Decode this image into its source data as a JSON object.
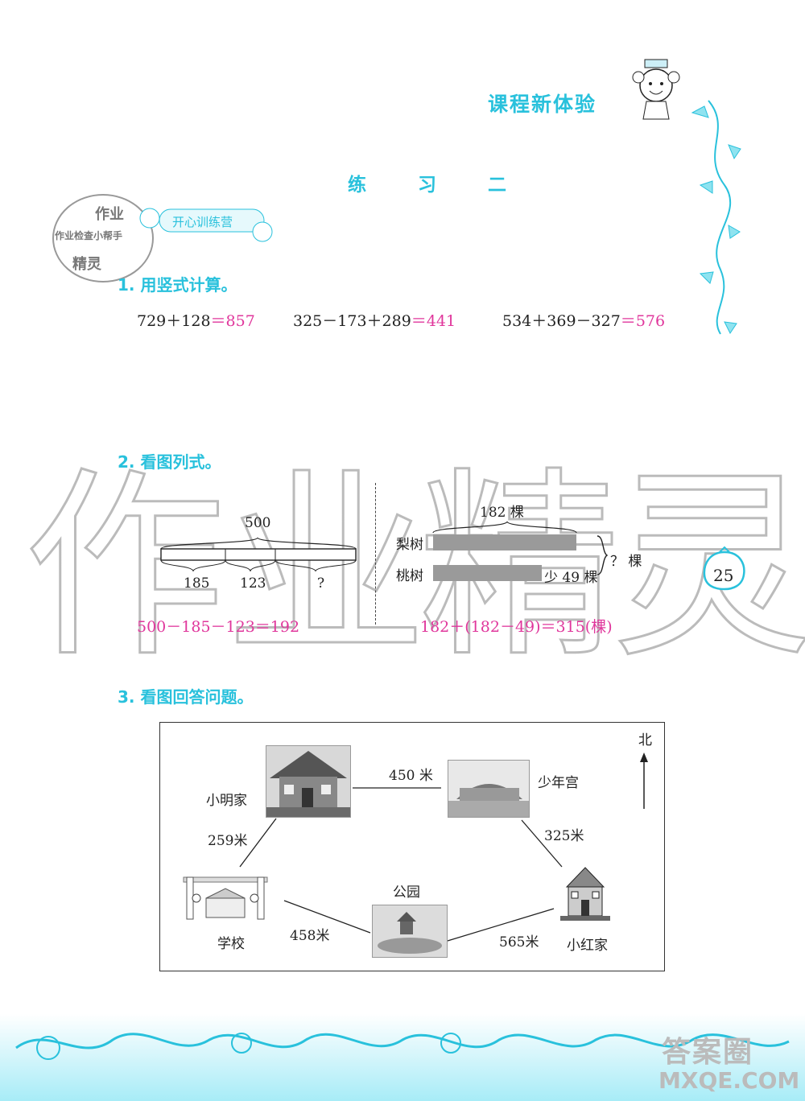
{
  "header": {
    "title": "课程新体验"
  },
  "exercise_title": "练 习 二",
  "stamp": {
    "lines": [
      "作业",
      "作业检查小帮手",
      "精灵"
    ],
    "banner": "开心训练营"
  },
  "q1": {
    "heading": "1. 用竖式计算。",
    "items": [
      {
        "expr": "729＋128",
        "eq": "＝",
        "answer": "857"
      },
      {
        "expr": "325－173＋289",
        "eq": "＝",
        "answer": "441"
      },
      {
        "expr": "534＋369－327",
        "eq": "＝",
        "answer": "576"
      }
    ]
  },
  "q2": {
    "heading": "2. 看图列式。",
    "left": {
      "total": "500",
      "parts": [
        "185",
        "123",
        "?"
      ],
      "answer": "500－185－123＝192"
    },
    "right": {
      "top_label": "182 棵",
      "row1": "梨树",
      "row2": "桃树",
      "less": "少 49 棵",
      "question": "？ 棵",
      "answer": "182＋(182－49)＝315(棵)"
    }
  },
  "page_number": "25",
  "watermark": [
    "作",
    "业",
    "精",
    "灵"
  ],
  "q3": {
    "heading": "3. 看图回答问题。",
    "north": "北",
    "places": {
      "xiaoming": "小明家",
      "shaoniangong": "少年宫",
      "school": "学校",
      "park": "公园",
      "xiaohong": "小红家"
    },
    "distances": {
      "xiaoming_shaoniangong": "450 米",
      "xiaoming_school": "259米",
      "shaoniangong_xiaohong": "325米",
      "school_park": "458米",
      "park_xiaohong": "565米"
    }
  },
  "footer_logo": {
    "line1": "答案圈",
    "line2": "MXQE.COM"
  }
}
